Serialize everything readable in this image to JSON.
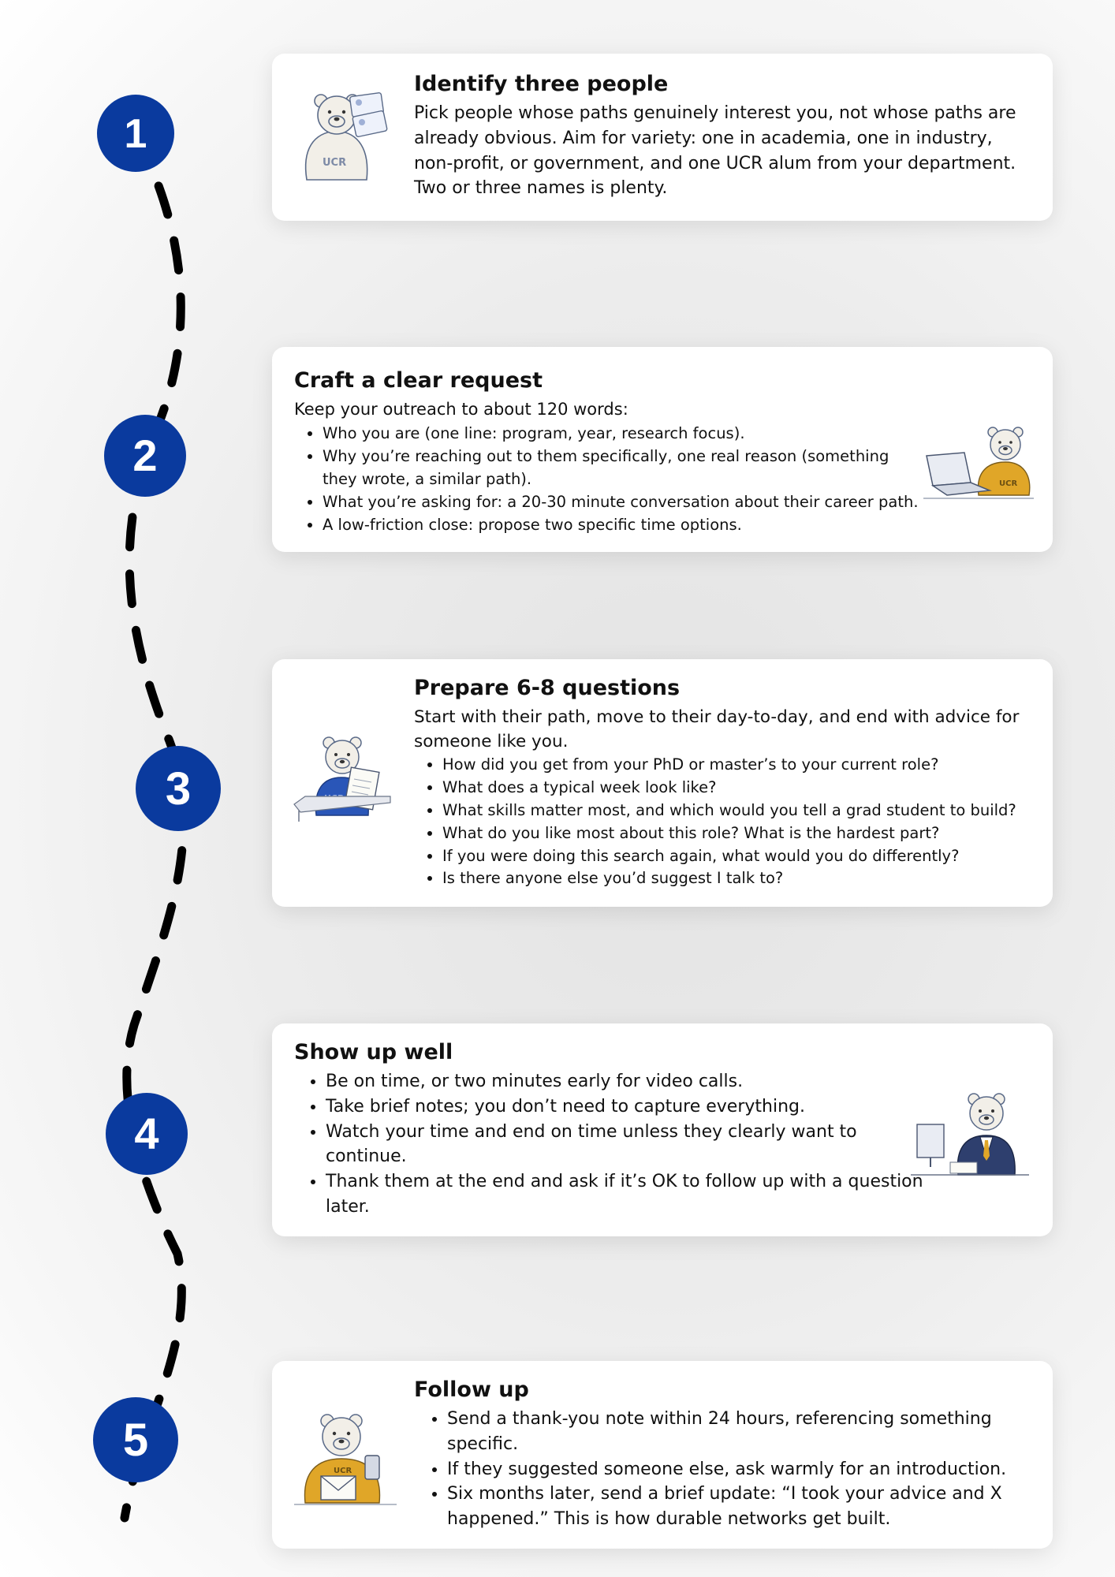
{
  "colors": {
    "step_circle": "#0a3a9e",
    "path_dash": "#000000",
    "bear_fur": "#f2efe8",
    "ucr_gold": "#e0a628",
    "ucr_blue": "#2a56b8"
  },
  "steps": [
    {
      "number": "1",
      "title": "Identify three people",
      "body": "Pick people whose paths genuinely interest you, not whose paths are already obvious. Aim for variety: one in academia, one in industry, non-profit, or government, and one UCR alum from your department. Two or three names is plenty.",
      "illustration": "bear-holding-id-cards"
    },
    {
      "number": "2",
      "title": "Craft a clear request",
      "intro": "Keep your outreach to about 120 words:",
      "items": [
        "Who you are (one line: program, year, research focus).",
        "Why you’re reaching out to them specifically, one real reason (something they wrote, a similar path).",
        "What you’re asking for: a 20-30 minute conversation about their career path.",
        "A low-friction close: propose two specific time options."
      ],
      "illustration": "bear-at-laptop"
    },
    {
      "number": "3",
      "title": "Prepare 6-8 questions",
      "intro": "Start with their path, move to their day-to-day, and end with advice for someone like you.",
      "items": [
        "How did you get from your PhD or master’s to your current role?",
        "What does a typical week look like?",
        "What skills matter most, and which would you tell a grad student to build?",
        "What do you like most about this role? What is the hardest part?",
        "If you were doing this search again, what would you do differently?",
        "Is there anyone else you’d suggest I talk to?"
      ],
      "illustration": "bear-reading-notes"
    },
    {
      "number": "4",
      "title": "Show up well",
      "items": [
        "Be on time, or two minutes early for video calls.",
        "Take brief notes; you don’t need to capture everything.",
        "Watch your time and end on time unless they clearly want to continue.",
        "Thank them at the end and ask if it’s OK to follow up with a question later."
      ],
      "illustration": "bear-in-suit-at-desk"
    },
    {
      "number": "5",
      "title": "Follow up",
      "items": [
        "Send a thank-you note within 24 hours, referencing something specific.",
        "If they suggested someone else, ask warmly for an introduction.",
        "Six months later, send a brief update: “I took your advice and X happened.” This is how durable networks get built."
      ],
      "illustration": "bear-with-envelope-and-phone"
    }
  ]
}
